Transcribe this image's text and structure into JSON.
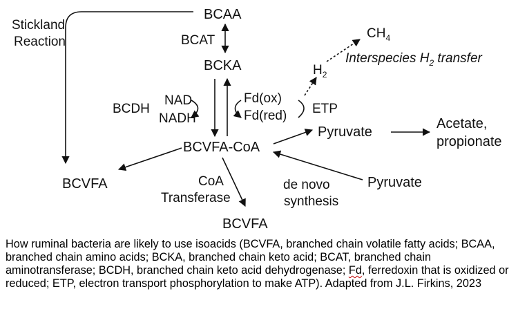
{
  "diagram": {
    "nodes": {
      "bcaa": "BCAA",
      "bcat": "BCAT",
      "bcka": "BCKA",
      "bcdh": "BCDH",
      "nad": "NAD",
      "nadh": "NADH",
      "fd_ox": "Fd(ox)",
      "fd_red": "Fd(red)",
      "etp": "ETP",
      "h2": "H",
      "h2_sub": "2",
      "ch4": "CH",
      "ch4_sub": "4",
      "interspecies_1": "Interspecies H",
      "interspecies_sub": "2",
      "interspecies_2": " transfer",
      "stickland_1": "Stickland",
      "stickland_2": "Reaction",
      "bcvfa_coa": "BCVFA-CoA",
      "pyruvate_out": "Pyruvate",
      "acetate": "Acetate,",
      "propionate": "propionate",
      "bcvfa_left": "BCVFA",
      "coa": "CoA",
      "transferase": "Transferase",
      "de_novo": "de novo",
      "synthesis": "synthesis",
      "pyruvate_in": "Pyruvate",
      "bcvfa_bottom": "BCVFA"
    }
  },
  "caption": {
    "part1": "How ruminal bacteria are likely to use isoacids (BCVFA, branched chain volatile fatty acids; BCAA, branched chain amino acids; BCKA, branched chain keto acid; BCAT, branched chain aminotransferase; BCDH, branched chain keto acid dehydrogenase; ",
    "fd": "Fd",
    "part2": ", ferredoxin that is oxidized or reduced; ETP, electron transport phosphorylation to make ATP). Adapted from J.L. Firkins, 2023"
  }
}
